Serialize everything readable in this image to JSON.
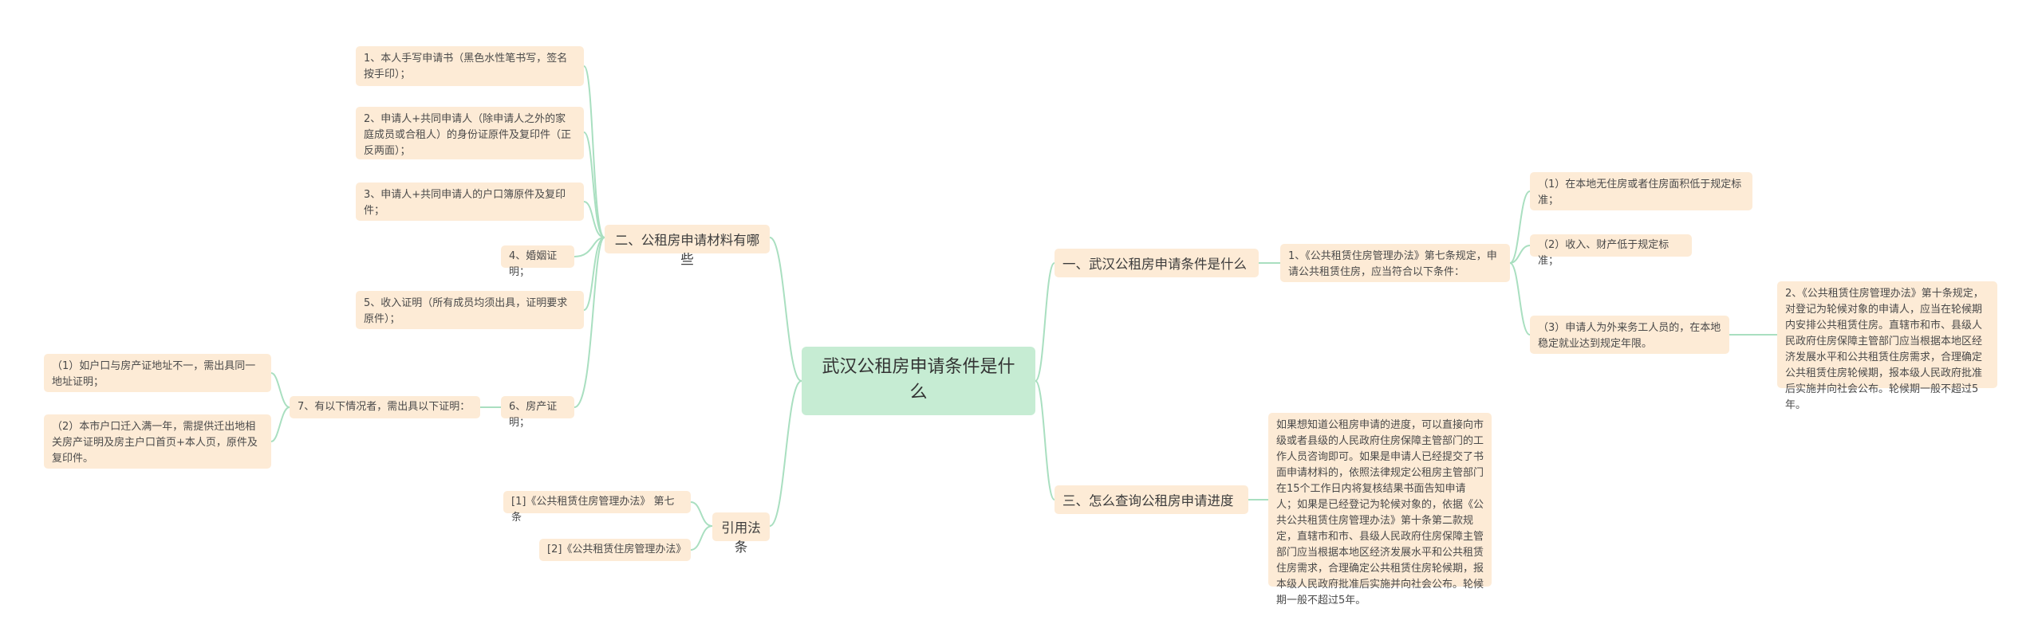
{
  "root": {
    "label": "武汉公租房申请条件是什么"
  },
  "left": {
    "materials": {
      "label": "二、公租房申请材料有哪些",
      "items": [
        "1、本人手写申请书（黑色水性笔书写，签名按手印）；",
        "2、申请人+共同申请人（除申请人之外的家庭成员或合租人）的身份证原件及复印件（正反两面）；",
        "3、申请人+共同申请人的户口簿原件及复印件；",
        "4、婚姻证明；",
        "5、收入证明（所有成员均须出具，证明要求原件）；",
        "6、房产证明；"
      ],
      "sub7": {
        "label": "7、有以下情况者，需出具以下证明：",
        "items": [
          "（1）如户口与房产证地址不一，需出具同一地址证明；",
          "（2）本市户口迁入满一年，需提供迁出地相关房产证明及房主户口首页+本人页，原件及复印件。"
        ]
      }
    },
    "law": {
      "label": "引用法条",
      "items": [
        "[1]《公共租赁住房管理办法》 第七条",
        "[2]《公共租赁住房管理办法》"
      ]
    }
  },
  "right": {
    "conditions": {
      "label": "一、武汉公租房申请条件是什么",
      "child": {
        "label": "1、《公共租赁住房管理办法》第七条规定，申请公共租赁住房，应当符合以下条件：",
        "items": [
          "（1）在本地无住房或者住房面积低于规定标准；",
          "（2）收入、财产低于规定标准；",
          "（3）申请人为外来务工人员的，在本地稳定就业达到规定年限。"
        ],
        "extra": "2、《公共租赁住房管理办法》第十条规定，对登记为轮候对象的申请人，应当在轮候期内安排公共租赁住房。直辖市和市、县级人民政府住房保障主管部门应当根据本地区经济发展水平和公共租赁住房需求，合理确定公共租赁住房轮候期，报本级人民政府批准后实施并向社会公布。轮候期一般不超过5年。"
      }
    },
    "progress": {
      "label": "三、怎么查询公租房申请进度",
      "text": "如果想知道公租房申请的进度，可以直接向市级或者县级的人民政府住房保障主管部门的工作人员咨询即可。如果是申请人已经提交了书面申请材料的，依照法律规定公租房主管部门在15个工作日内将复核结果书面告知申请人；如果是已经登记为轮候对象的，依据《公共公共租赁住房管理办法》第十条第二款规定，直辖市和市、县级人民政府住房保障主管部门应当根据本地区经济发展水平和公共租赁住房需求，合理确定公共租赁住房轮候期，报本级人民政府批准后实施并向社会公布。轮候期一般不超过5年。"
    }
  }
}
